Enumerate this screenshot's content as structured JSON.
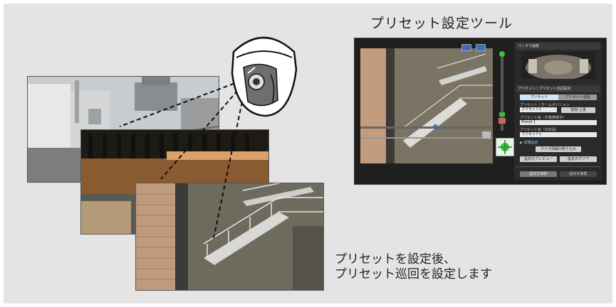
{
  "tool_title": "プリセット設定ツール",
  "caption": {
    "line1": "プリセットを設定後、",
    "line2": "プリセット巡回を設定します"
  },
  "tool": {
    "panorama_heading": "パノラマ画像",
    "preset_section_heading": "プリセット / プリセット巡回設定",
    "tab_preset": "プリセット",
    "tab_tour": "プリセット巡回",
    "position_label": "プリセット / ホームポジション",
    "position_value": "プリセット1",
    "register_button": "登録/上書",
    "name_en_label": "プリセット名（半角英数字）",
    "name_en_value": "Preset 1",
    "name_ja_label": "プリセット名（日本語）",
    "name_ja_value": "プリセット1",
    "detail_toggle": "▶ 詳細設定",
    "camera_info_button": "カメラ情報の取り込み",
    "preview_button": "設定のプレビュー",
    "clear_button": "設定のクリア",
    "save_button": "設定を保存",
    "discard_button": "設定を破棄"
  },
  "icons": {
    "camera": "dome-camera-icon",
    "zoom_in": "zoom-in-icon",
    "zoom_out": "zoom-out-icon",
    "pan_tilt": "pan-tilt-control-icon"
  },
  "colors": {
    "page_bg": "#e4e4e4",
    "tool_bg": "#1f1f1f",
    "accent_blue": "#3d6fb5",
    "accent_green": "#3cbf3c"
  }
}
